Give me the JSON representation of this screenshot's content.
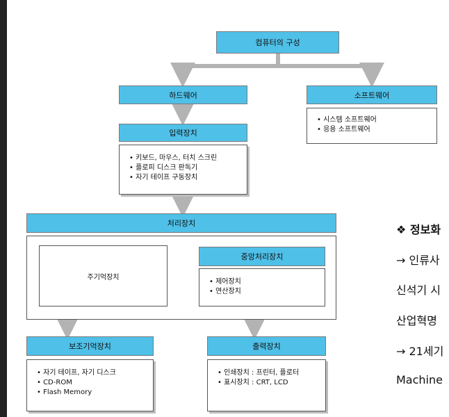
{
  "diagram": {
    "root": "컴퓨터의 구성",
    "hardware": "하드웨어",
    "software": {
      "title": "소프트웨어",
      "items": [
        "시스템 소프트웨어",
        "응용 소프트웨어"
      ]
    },
    "input": {
      "title": "입력장치",
      "items": [
        "키보드, 마우스, 터치 스크린",
        "플로피 디스크 판독기",
        "자기 테이프 구동장치"
      ]
    },
    "processing": {
      "title": "처리장치",
      "main_memory": "주기억장치",
      "cpu": {
        "title": "중앙처리장치",
        "items": [
          "제어장치",
          "연산장치"
        ]
      }
    },
    "aux_storage": {
      "title": "보조기억장치",
      "items": [
        "자기 테이프, 자기 디스크",
        "CD-ROM",
        "Flash Memory"
      ]
    },
    "output": {
      "title": "출력장치",
      "items": [
        "인쇄장치 : 프린터, 플로터",
        "표시장치 : CRT, LCD"
      ]
    }
  },
  "side_text": {
    "line1": "❖ 정보화",
    "line2": "→ 인류사",
    "line3": "신석기 시",
    "line4": "산업혁명",
    "line5": "→ 21세기",
    "line6": "Machine"
  },
  "colors": {
    "header_fill": "#4fc0e8",
    "arrow_gray": "#b3b3b3",
    "border": "#555555"
  }
}
